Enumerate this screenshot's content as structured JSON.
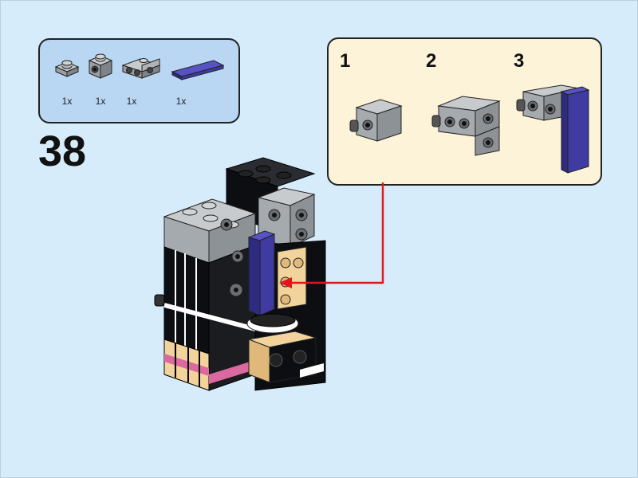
{
  "step": {
    "number": "38"
  },
  "parts_list": {
    "items": [
      {
        "name": "plate-1x1",
        "quantity": "1x",
        "color": "#a0a5a9"
      },
      {
        "name": "brick-1x1-with-stud-on-side",
        "quantity": "1x",
        "color": "#a0a5a9"
      },
      {
        "name": "bracket-with-side-studs",
        "quantity": "1x",
        "color": "#a0a5a9"
      },
      {
        "name": "tile-1x4",
        "quantity": "1x",
        "color": "#3f3ba0"
      }
    ]
  },
  "sub_assembly": {
    "steps": [
      {
        "label": "1"
      },
      {
        "label": "2"
      },
      {
        "label": "3"
      }
    ]
  },
  "colors": {
    "background": "#d6ecfb",
    "parts_box": "#b9d6f3",
    "sub_box": "#fdf3d9",
    "arrow": "#e3141b",
    "grey": "#a0a5a9",
    "purple": "#3f3ba0",
    "tan": "#f2d39c",
    "pink": "#d9699f",
    "black": "#0d0e12"
  }
}
